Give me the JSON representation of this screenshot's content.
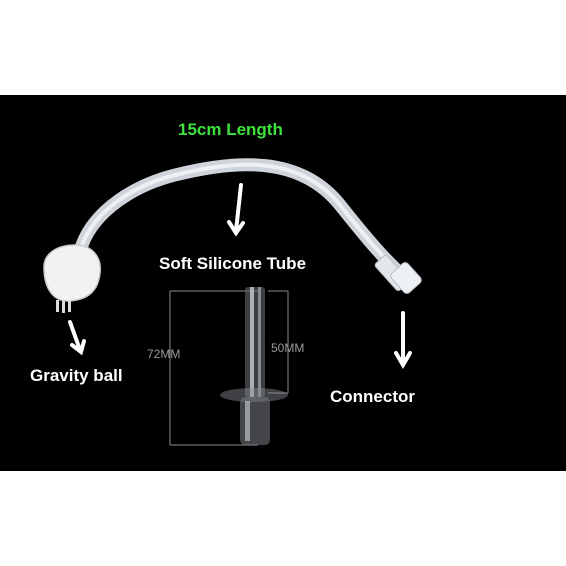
{
  "labels": {
    "length": "15cm Length",
    "tube": "Soft Silicone Tube",
    "gravity_ball": "Gravity ball",
    "connector": "Connector",
    "dim_total": "72MM",
    "dim_straw": "50MM"
  },
  "colors": {
    "background": "#000000",
    "title": "#3ee23e",
    "label": "#ffffff",
    "dimension": "#9a9a9a",
    "tube": "#d8dce2"
  }
}
